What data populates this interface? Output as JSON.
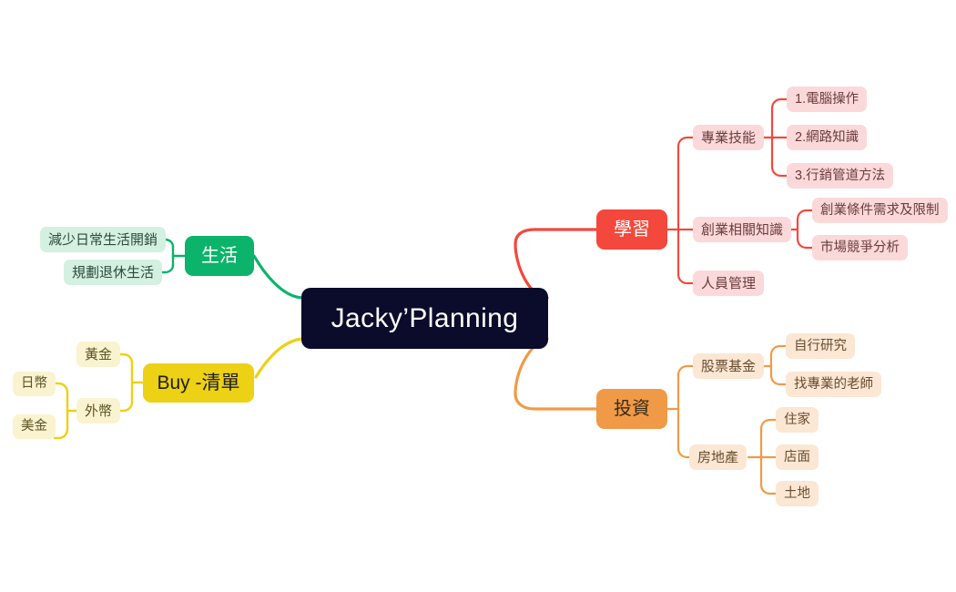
{
  "title": "Jacky'Planning mind map",
  "root": {
    "label": "Jacky’Planning",
    "color": "#0b0b2b",
    "text_color": "#ffffff"
  },
  "branches": [
    {
      "id": "life",
      "label": "生活",
      "color": "#0cb36b",
      "sub_color": "#d3f0e0",
      "side": "left",
      "children": [
        {
          "label": "減少日常生活開銷",
          "children": []
        },
        {
          "label": "規劃退休生活",
          "children": []
        }
      ]
    },
    {
      "id": "buy",
      "label": "Buy -清單",
      "color": "#ecd114",
      "sub_color": "#faf3cf",
      "side": "left",
      "children": [
        {
          "label": "黃金",
          "children": []
        },
        {
          "label": "外幣",
          "children": [
            {
              "label": "日幣"
            },
            {
              "label": "美金"
            }
          ]
        }
      ]
    },
    {
      "id": "learning",
      "label": "學習",
      "color": "#f4483c",
      "sub_color": "#fbd9da",
      "side": "right",
      "children": [
        {
          "label": "專業技能",
          "children": [
            {
              "label": "1.電腦操作"
            },
            {
              "label": "2.網路知識"
            },
            {
              "label": "3.行銷管道方法"
            }
          ]
        },
        {
          "label": "創業相關知識",
          "children": [
            {
              "label": "創業條件需求及限制"
            },
            {
              "label": "市場競爭分析"
            }
          ]
        },
        {
          "label": "人員管理",
          "children": []
        }
      ]
    },
    {
      "id": "investment",
      "label": "投資",
      "color": "#f09a47",
      "sub_color": "#fbe7d4",
      "side": "right",
      "children": [
        {
          "label": "股票基金",
          "children": [
            {
              "label": "自行研究"
            },
            {
              "label": "找專業的老師"
            }
          ]
        },
        {
          "label": "房地產",
          "children": [
            {
              "label": "住家"
            },
            {
              "label": "店面"
            },
            {
              "label": "土地"
            }
          ]
        }
      ]
    }
  ]
}
